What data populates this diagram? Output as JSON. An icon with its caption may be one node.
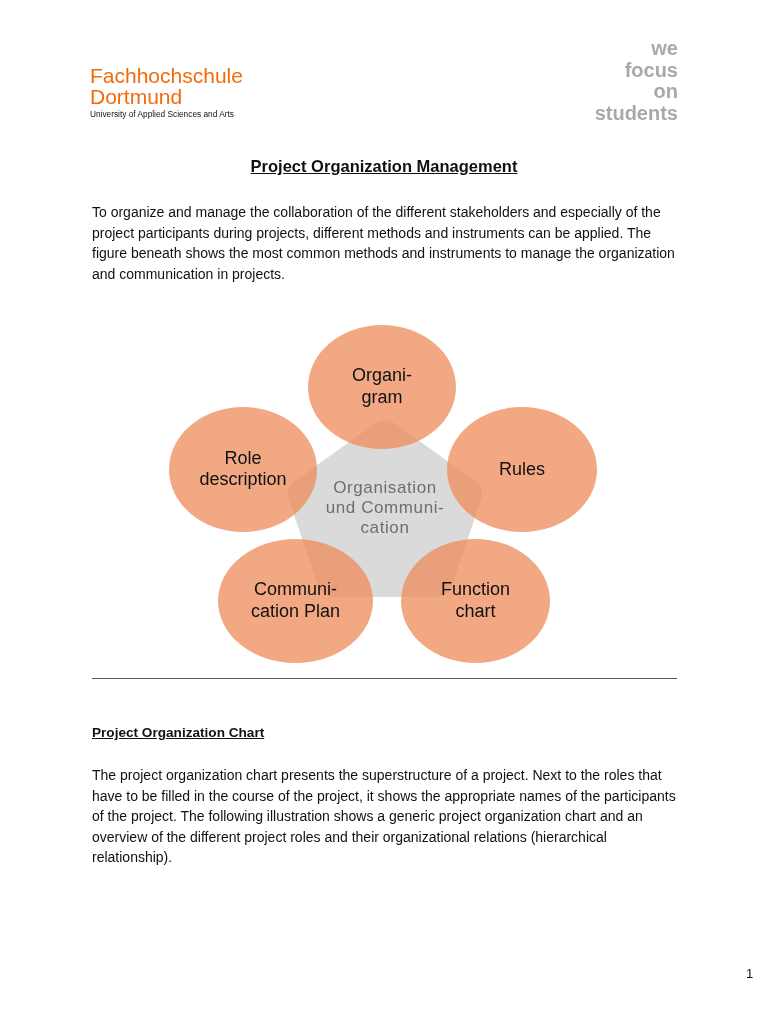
{
  "diagram": {
    "title": "Project Organization Management",
    "nodes": [
      {
        "text": [
          "Organisation und Communi-cation"
        ]
      },
      {
        "text": [
          "Organi-gram"
        ]
      },
      {
        "text": [
          "Rules"
        ]
      },
      {
        "text": [
          "Function chart"
        ]
      },
      {
        "text": [
          "Communi-cation Plan"
        ]
      },
      {
        "text": [
          "Role description"
        ]
      }
    ],
    "labels": [
      "Fachhochschule Dortmund",
      "University of Applied Sciences and Arts",
      "we focus on students",
      "To organize and manage the collaboration of the different stakeholders and especially of the project participants during projects, different methods and instruments can be applied. The figure beneath shows the most common methods and instruments to manage the organization and communication in projects.",
      "Project Organization Chart",
      "The project organization chart presents the superstructure of a project. Next to the roles that have to be filled in the course of the project, it shows the appropriate names of the participants of the project. The following illustration shows a generic project organization chart and an overview of the different project roles and their organizational relations (hierarchical relationship).",
      "1"
    ]
  }
}
